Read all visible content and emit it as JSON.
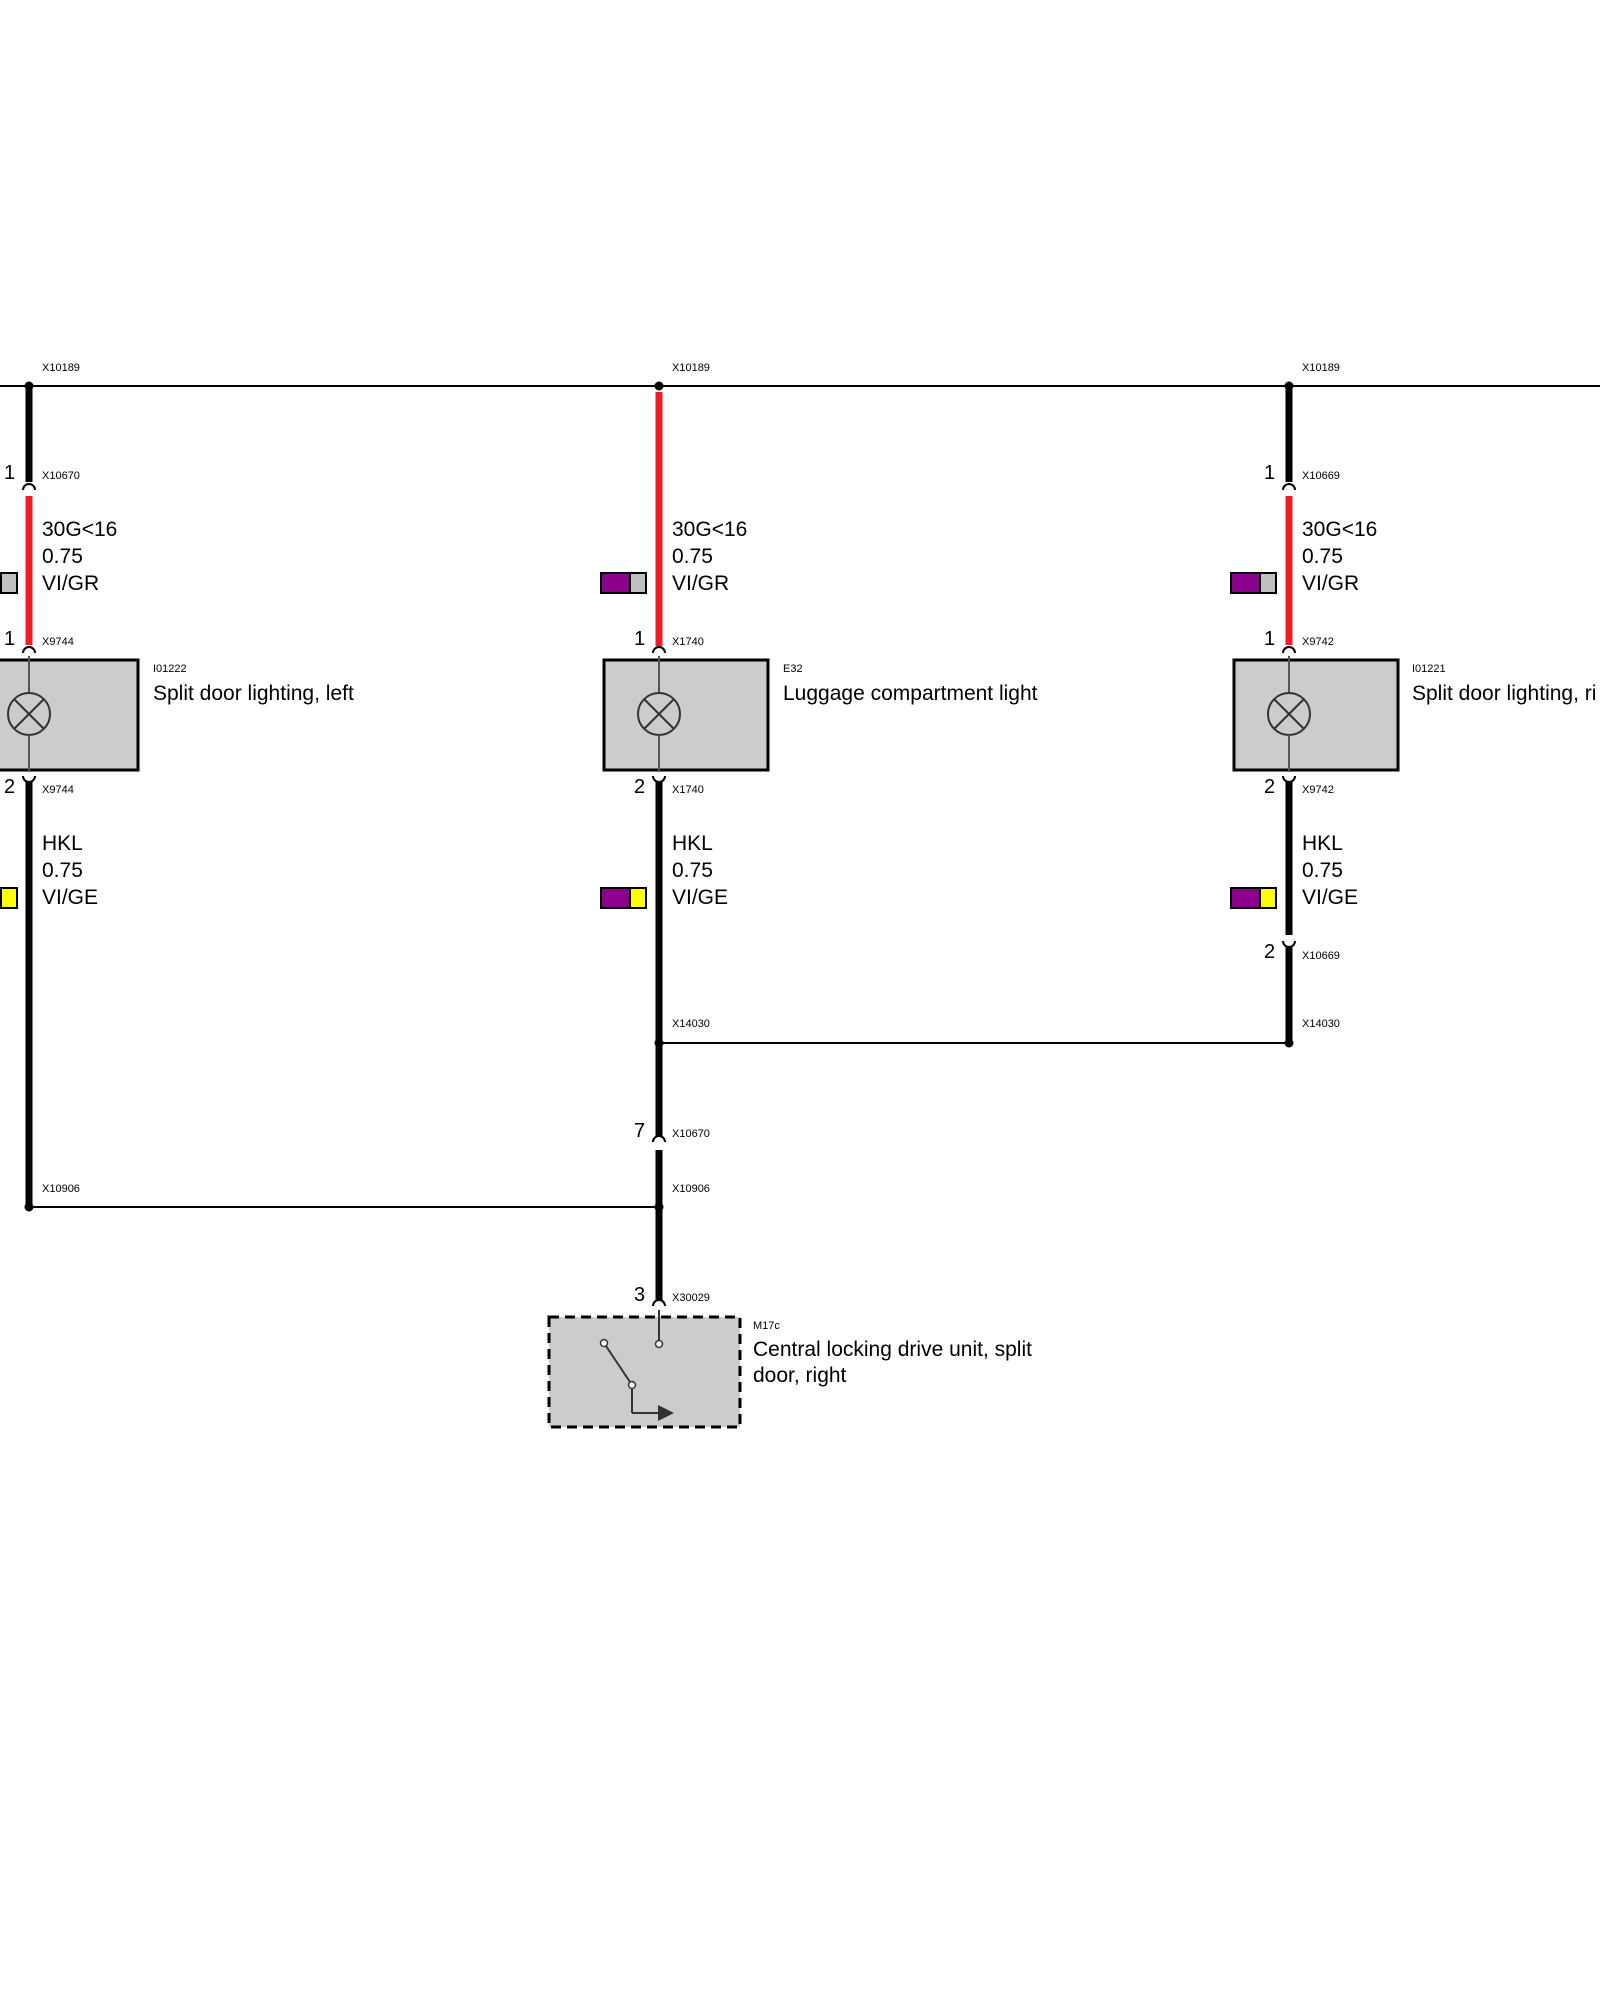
{
  "colors": {
    "wire_30g": "#ee1c24",
    "wire_ground": "#000000",
    "component_fill": "#cccccc",
    "code_vi": "#8b008b",
    "code_gr": "#c0c0c0",
    "code_ge": "#ffff00"
  },
  "icons": {
    "lamp": "lamp-icon",
    "switch": "switch-icon"
  },
  "columns": {
    "left": {
      "top_splice": "X10189",
      "top_pin": "1",
      "top_connector": "X10670",
      "wire_top": {
        "signal": "30G<16",
        "size": "0.75",
        "color": "VI/GR"
      },
      "comp_top_pin": "1",
      "comp_top_connector": "X9744",
      "component": {
        "code": "I01222",
        "name": "Split door lighting, left"
      },
      "comp_bottom_pin": "2",
      "comp_bottom_connector": "X9744",
      "wire_bottom": {
        "signal": "HKL",
        "size": "0.75",
        "color": "VI/GE"
      },
      "bottom_splice": "X10906"
    },
    "center": {
      "top_splice": "X10189",
      "comp_top_pin": "1",
      "comp_top_connector": "X1740",
      "wire_top": {
        "signal": "30G<16",
        "size": "0.75",
        "color": "VI/GR"
      },
      "component": {
        "code": "E32",
        "name": "Luggage compartment light"
      },
      "comp_bottom_pin": "2",
      "comp_bottom_connector": "X1740",
      "wire_bottom": {
        "signal": "HKL",
        "size": "0.75",
        "color": "VI/GE"
      },
      "splice_mid": "X14030",
      "pin_7": "7",
      "connector_7": "X10670",
      "splice_low": "X10906",
      "motor_pin": "3",
      "motor_connector": "X30029",
      "motor": {
        "code": "M17c",
        "name_line1": "Central locking drive unit, split",
        "name_line2": "door, right"
      }
    },
    "right": {
      "top_splice": "X10189",
      "top_pin": "1",
      "top_connector": "X10669",
      "wire_top": {
        "signal": "30G<16",
        "size": "0.75",
        "color": "VI/GR"
      },
      "comp_top_pin": "1",
      "comp_top_connector": "X9742",
      "component": {
        "code": "I01221",
        "name": "Split door lighting, ri"
      },
      "comp_bottom_pin": "2",
      "comp_bottom_connector": "X9742",
      "wire_bottom": {
        "signal": "HKL",
        "size": "0.75",
        "color": "VI/GE"
      },
      "bottom_pin": "2",
      "bottom_connector": "X10669",
      "splice_mid": "X14030"
    }
  }
}
